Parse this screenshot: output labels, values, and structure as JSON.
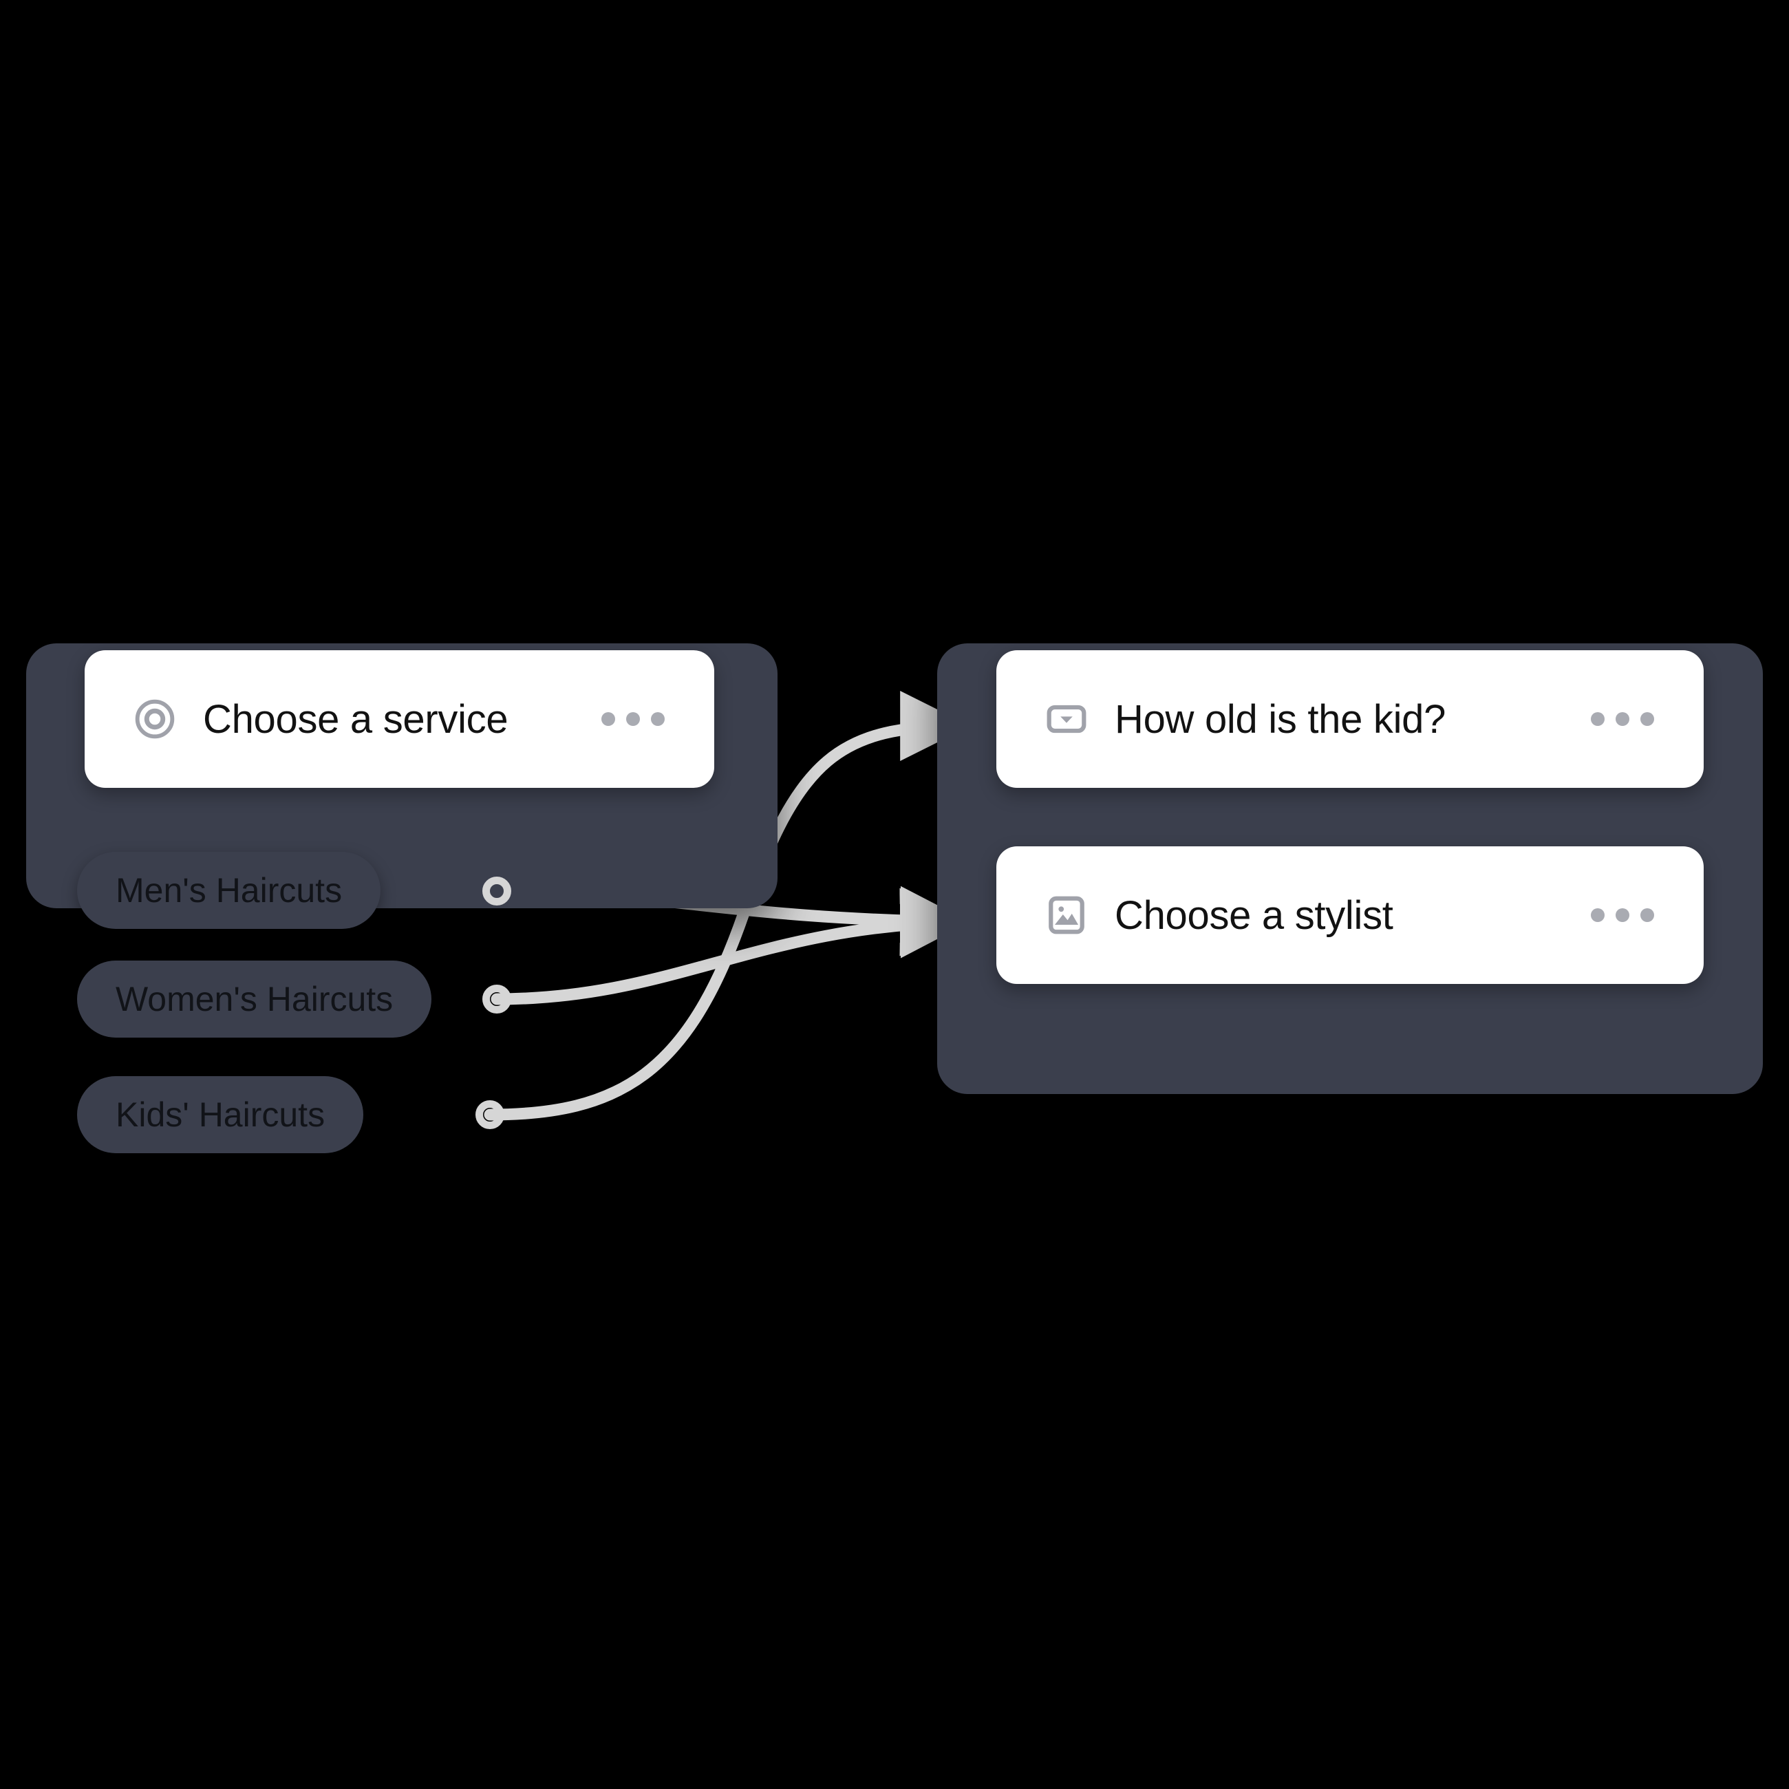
{
  "app": {
    "canvas_background": "#000000",
    "node_background": "#3b3f4d",
    "card_background": "#ffffff",
    "edge_color": "#d6d6d6",
    "icon_color": "#a0a2aa",
    "text_color": "#121212"
  },
  "nodes": [
    {
      "id": "choose-service",
      "fields": [
        {
          "icon": "radio-target-icon",
          "label": "Choose a service",
          "menu": "more-options-icon"
        }
      ],
      "options": [
        {
          "label": "Men's Haircuts"
        },
        {
          "label": "Women's Haircuts"
        },
        {
          "label": "Kids' Haircuts"
        }
      ]
    },
    {
      "id": "next-steps",
      "fields": [
        {
          "icon": "dropdown-select-icon",
          "label": "How old is the kid?",
          "menu": "more-options-icon"
        },
        {
          "icon": "image-picker-icon",
          "label": "Choose a stylist",
          "menu": "more-options-icon"
        }
      ],
      "options": []
    }
  ],
  "edges": [
    {
      "from": "Men's Haircuts",
      "to": "Choose a stylist"
    },
    {
      "from": "Women's Haircuts",
      "to": "Choose a stylist"
    },
    {
      "from": "Kids' Haircuts",
      "to": "How old is the kid?"
    }
  ]
}
